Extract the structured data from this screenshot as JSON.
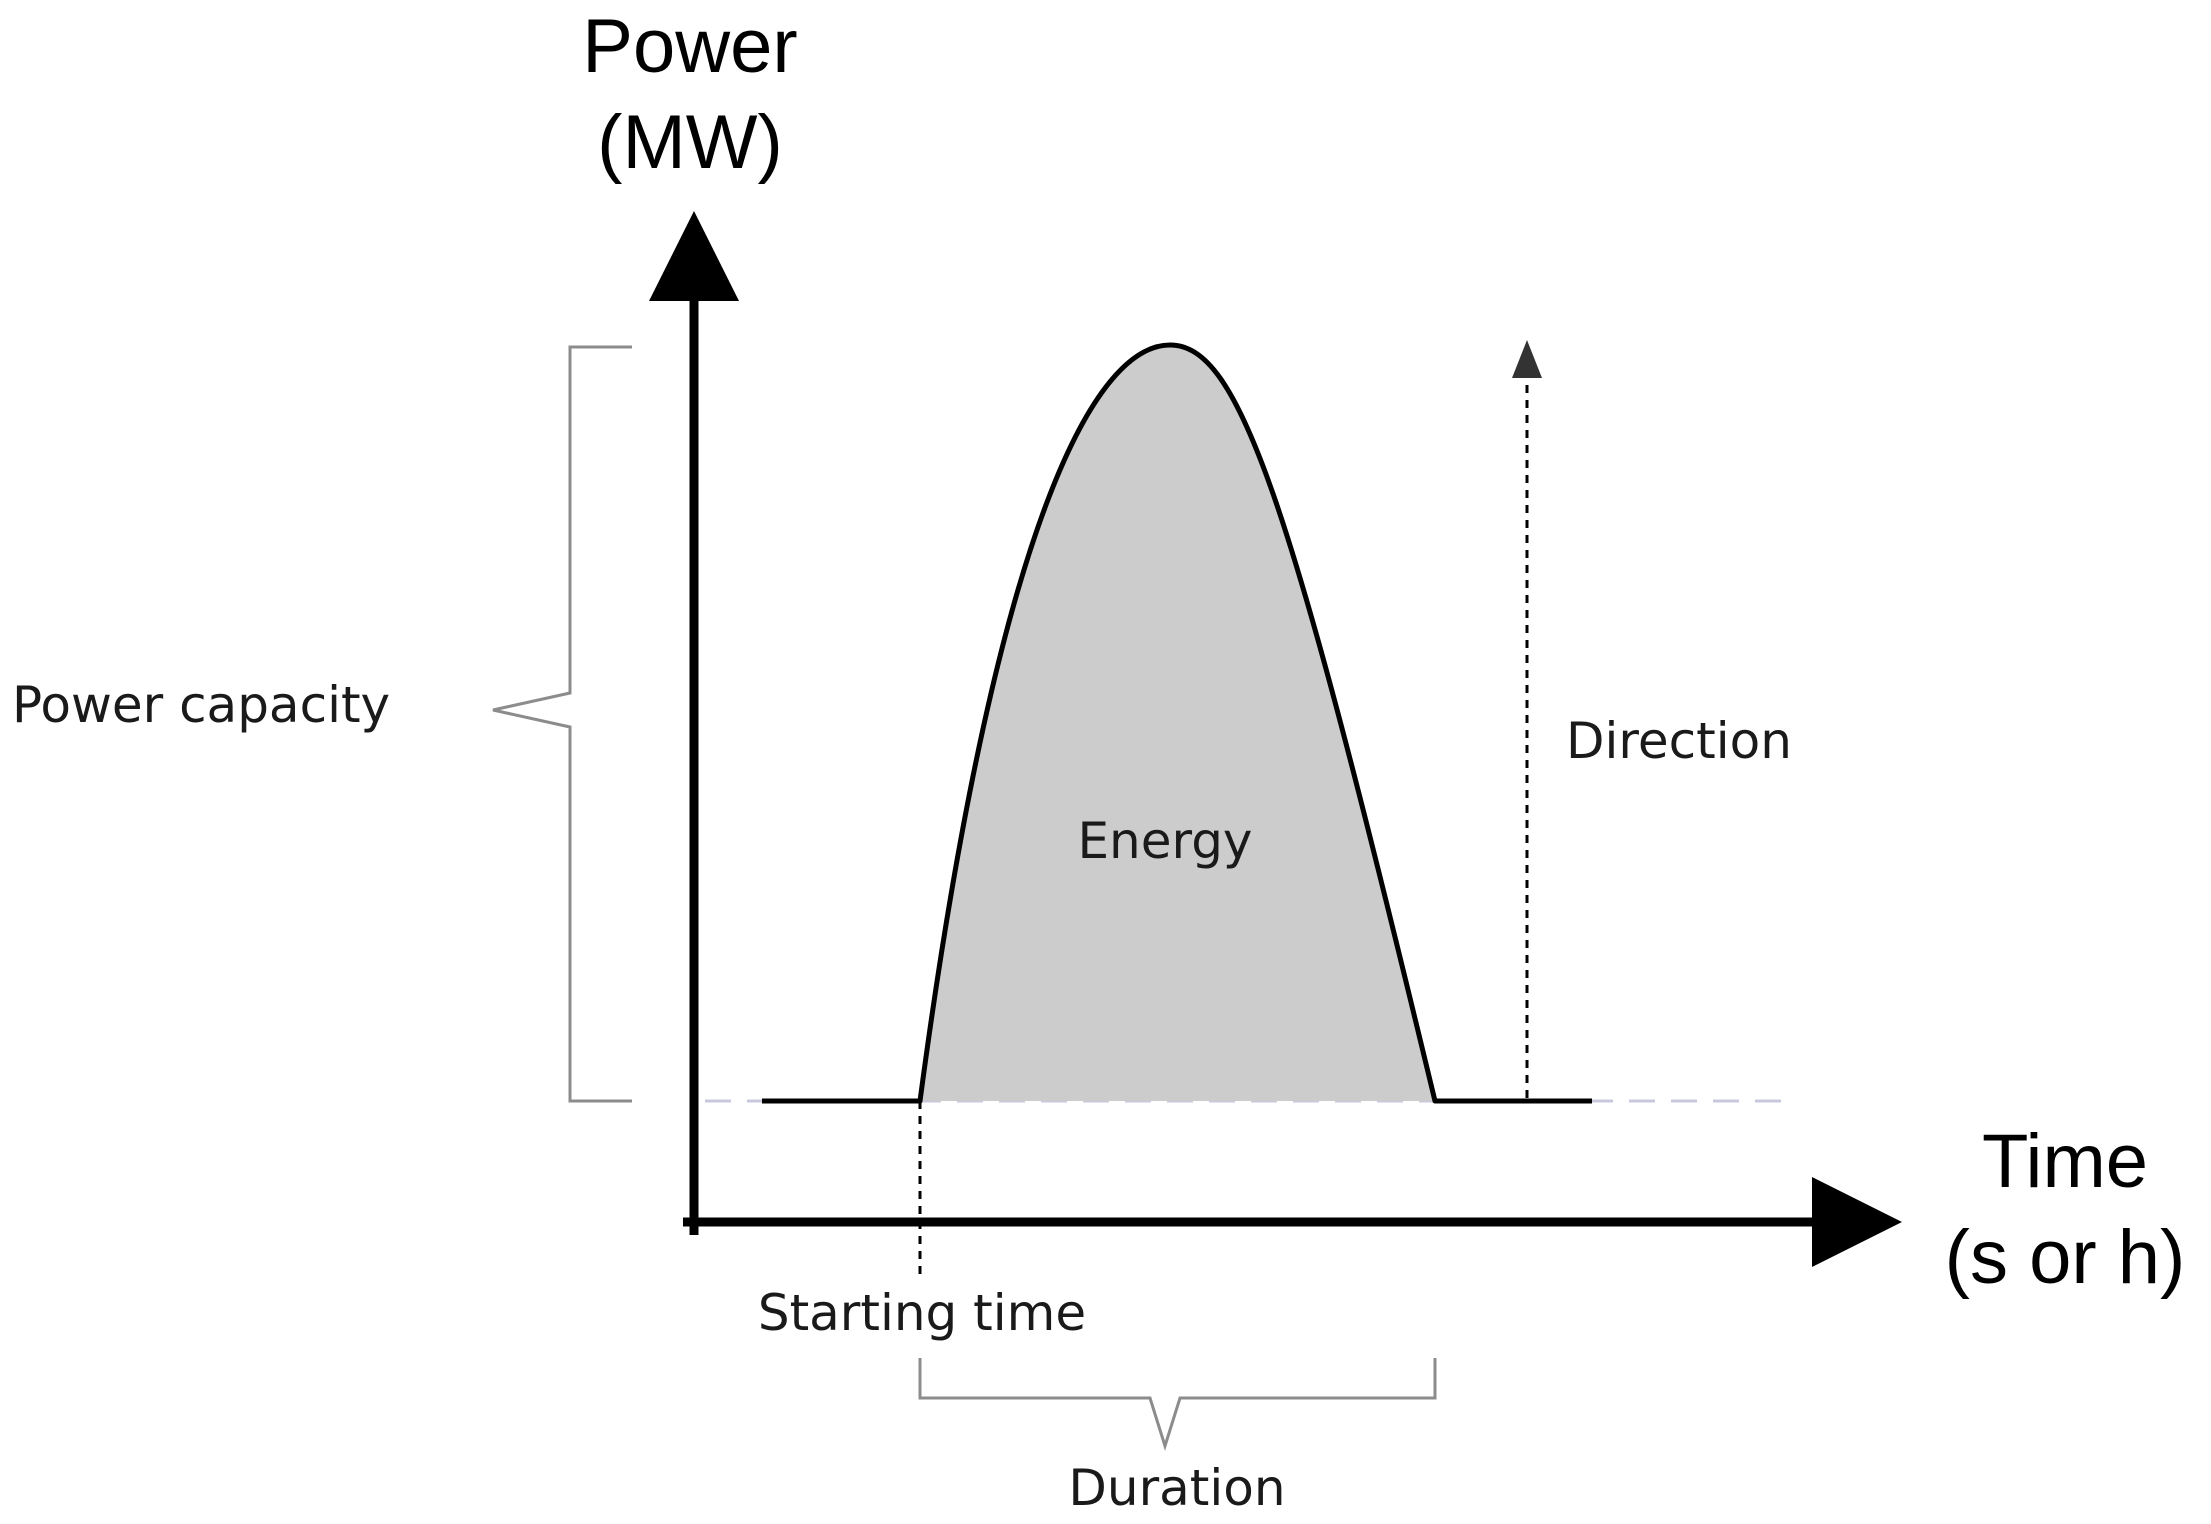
{
  "y_axis": {
    "label_line1": "Power",
    "label_line2": "(MW)"
  },
  "x_axis": {
    "label_line1": "Time",
    "label_line2": "(s or h)"
  },
  "labels": {
    "power_capacity": "Power capacity",
    "direction": "Direction",
    "energy": "Energy",
    "starting_time": "Starting time",
    "duration": "Duration"
  },
  "colors": {
    "axis": "#000000",
    "curve": "#000000",
    "fill": "#cccccc",
    "bracket": "#8c8c8c",
    "baseline_dash": "#c8c8dc"
  }
}
